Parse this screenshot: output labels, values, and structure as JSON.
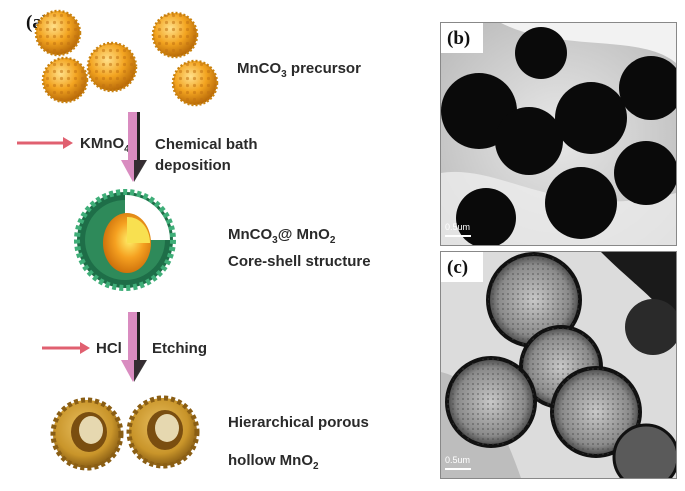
{
  "panel_a": {
    "label": "(a)",
    "precursor_label": "MnCO",
    "precursor_sub": "3",
    "precursor_tail": " precursor",
    "reagent1": "KMnO",
    "reagent1_sub": "4",
    "process1_line1": "Chemical bath",
    "process1_line2": "deposition",
    "coreshell_line1_a": "MnCO",
    "coreshell_line1_sub1": "3",
    "coreshell_line1_b": "@ MnO",
    "coreshell_line1_sub2": "2",
    "coreshell_line2": "Core-shell structure",
    "reagent2": "HCl",
    "process2": "Etching",
    "final_line1": "Hierarchical porous",
    "final_line2_a": "hollow MnO",
    "final_line2_sub": "2"
  },
  "panel_b": {
    "label": "(b)",
    "scale": "0.5um"
  },
  "panel_c": {
    "label": "(c)",
    "scale": "0.5um"
  },
  "colors": {
    "arrow_pink": "#d98cc0",
    "reagent_arrow": "#e06070",
    "precursor_orange": "#f0a020",
    "shell_green": "#2e8a5a",
    "core_orange": "#f5a020",
    "hollow_gold": "#c9952a"
  }
}
